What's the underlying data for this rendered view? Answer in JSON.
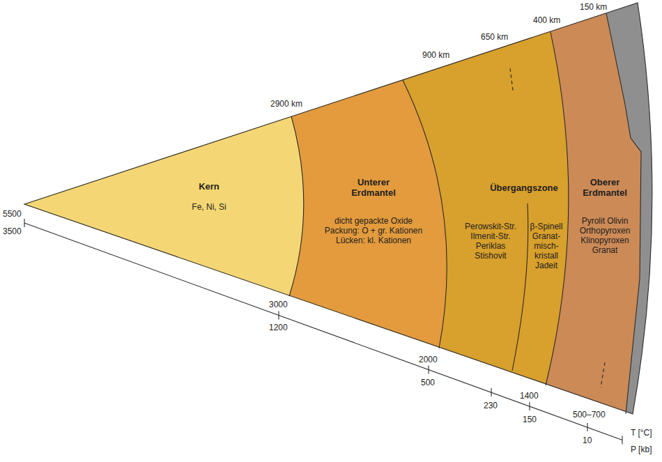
{
  "diagram": {
    "nodes": [
      {
        "text": [
          "Kern",
          "Fe, Ni, Si"
        ]
      },
      {
        "text": [
          "Unterer Erdmantel",
          "dicht gepackte Oxide Packung: O + gr. Kationen Lücken: kl. Kationen"
        ]
      },
      {
        "text": [
          "Übergangszone",
          "Perowskit-Str. Ilmenit-Str. Periklas Stishovit",
          "β-Spinell Granat- misch- kristall Jadeit"
        ]
      },
      {
        "text": [
          "Oberer Erdmantel",
          "Pyrolit Olivin Orthopyroxen Klinopyroxen Granat"
        ]
      }
    ],
    "labels": [
      "2900 km",
      "900 km",
      "650 km",
      "400 km",
      "150 km",
      "5500",
      "3500",
      "3000",
      "1200",
      "2000",
      "500",
      "230",
      "1400",
      "150",
      "500–700",
      "10",
      "T [°C]",
      "P [kb]"
    ]
  }
}
